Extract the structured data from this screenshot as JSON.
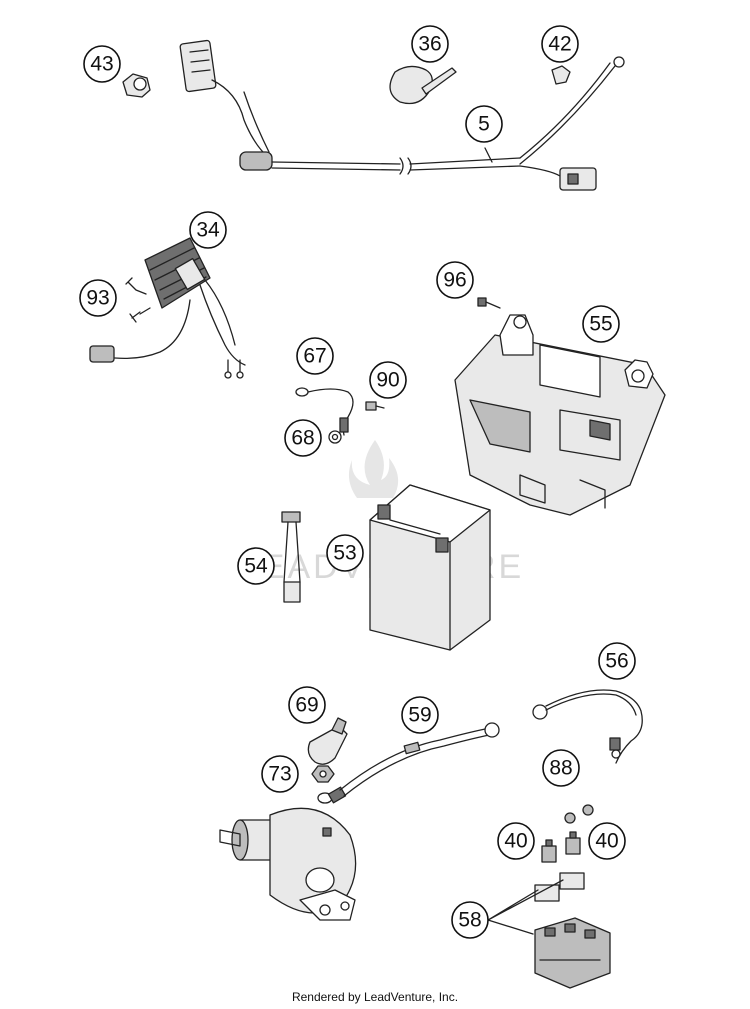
{
  "callouts": {
    "c43": "43",
    "c36": "36",
    "c42": "42",
    "c5": "5",
    "c34": "34",
    "c93": "93",
    "c96": "96",
    "c55": "55",
    "c67": "67",
    "c90": "90",
    "c68": "68",
    "c54": "54",
    "c53": "53",
    "c69": "69",
    "c59": "59",
    "c56": "56",
    "c73": "73",
    "c88": "88",
    "c40a": "40",
    "c40b": "40",
    "c58": "58"
  },
  "watermark": "LEADVENTURE",
  "footer": "Rendered by LeadVenture, Inc."
}
